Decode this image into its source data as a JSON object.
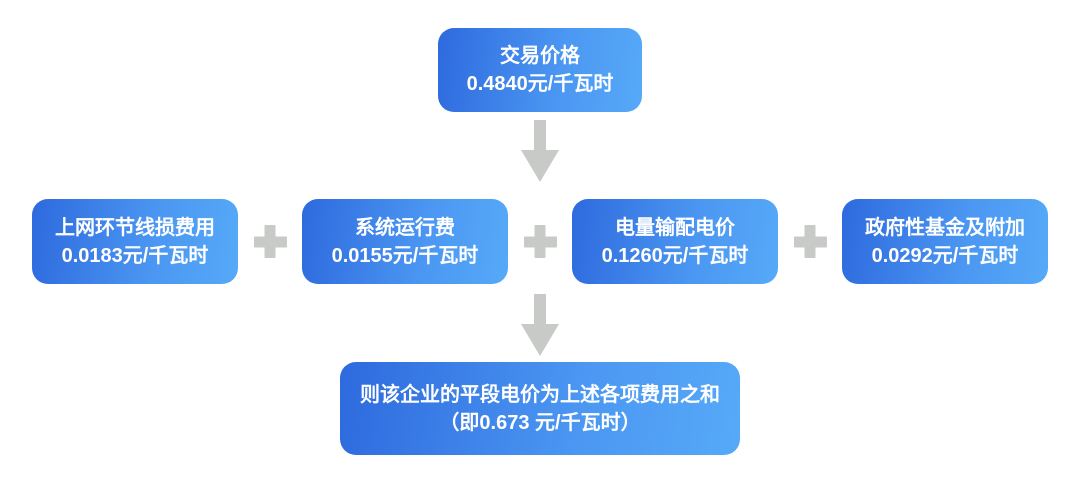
{
  "top_box": {
    "title": "交易价格",
    "value": "0.4840元/千瓦时"
  },
  "middle_boxes": [
    {
      "title": "上网环节线损费用",
      "value": "0.0183元/千瓦时"
    },
    {
      "title": "系统运行费",
      "value": "0.0155元/千瓦时"
    },
    {
      "title": "电量输配电价",
      "value": "0.1260元/千瓦时"
    },
    {
      "title": "政府性基金及附加",
      "value": "0.0292元/千瓦时"
    }
  ],
  "result_box": {
    "line1": "则该企业的平段电价为上述各项费用之和",
    "line2": "（即0.673 元/千瓦时）"
  },
  "icons": {
    "plus": "plus-icon",
    "down_arrow": "down-arrow-icon"
  },
  "colors": {
    "box_gradient_left": "#2e6ade",
    "box_gradient_right": "#56a9f8",
    "box_text": "#ffffff",
    "connector_gray": "#c7cac7",
    "background": "#ffffff"
  }
}
